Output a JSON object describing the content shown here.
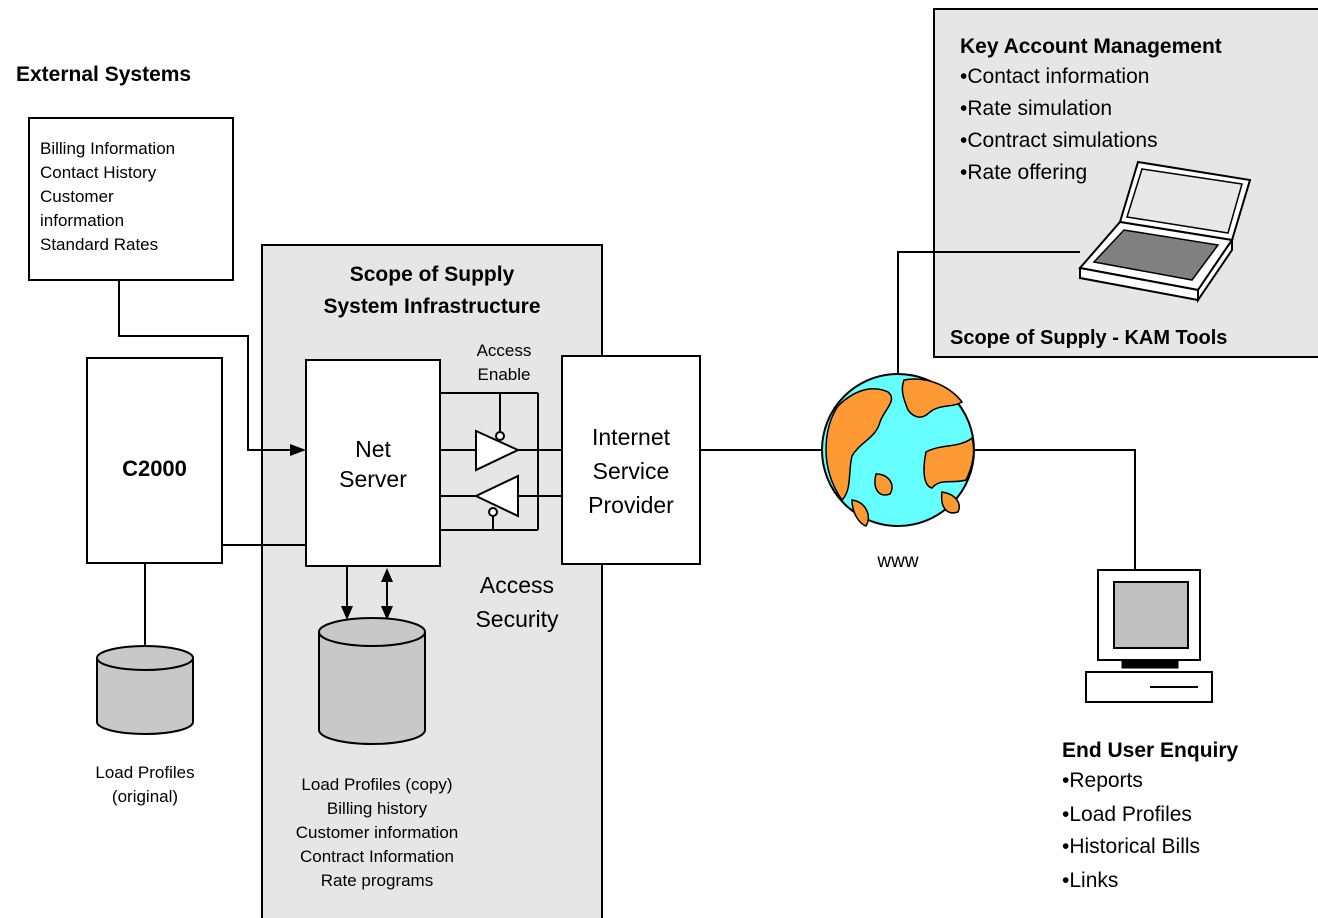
{
  "external_systems": {
    "heading": "External Systems",
    "box_lines": [
      "Billing Information",
      "Contact History",
      "Customer",
      "information",
      "Standard Rates"
    ]
  },
  "c2000": {
    "label": "C2000"
  },
  "load_profiles_original": {
    "lines": [
      "Load Profiles",
      "(original)"
    ]
  },
  "scope_infra": {
    "title_line1": "Scope of Supply",
    "title_line2": "System Infrastructure",
    "net_server_lines": [
      "Net",
      "Server"
    ],
    "access_enable_lines": [
      "Access",
      "Enable"
    ],
    "access_security_lines": [
      "Access",
      "Security"
    ],
    "db_lines": [
      "Load Profiles (copy)",
      "Billing history",
      "Customer information",
      "Contract Information",
      "Rate programs"
    ]
  },
  "isp": {
    "lines": [
      "Internet",
      "Service",
      "Provider"
    ]
  },
  "www": {
    "label": "www"
  },
  "kam": {
    "title": "Key Account Management",
    "items": [
      "•Contact information",
      "•Rate simulation",
      "•Contract simulations",
      "•Rate offering"
    ],
    "footer": "Scope of Supply - KAM Tools"
  },
  "end_user": {
    "title": "End User Enquiry",
    "items": [
      "•Reports",
      "•Load Profiles",
      "•Historical Bills",
      "•Links"
    ]
  },
  "colors": {
    "panel_fill": "#e6e6e6",
    "cylinder_fill": "#c8c8c8",
    "globe_ocean": "#66ffff",
    "globe_land": "#ff9933",
    "screen_fill": "#c0c0c0",
    "line": "#000000"
  }
}
